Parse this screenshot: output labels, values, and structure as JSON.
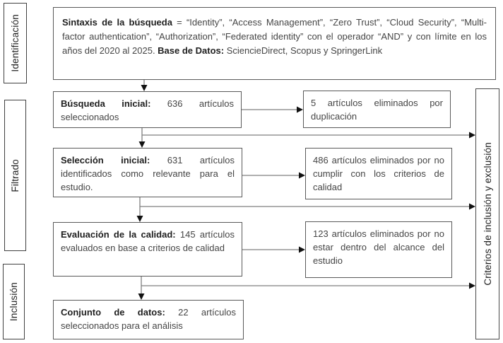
{
  "flow": {
    "stage_rails": [
      {
        "id": "identificacion",
        "label": "Identificación"
      },
      {
        "id": "filtrado",
        "label": "Filtrado"
      },
      {
        "id": "inclusion",
        "label": "Inclusión"
      }
    ],
    "criteria_rail_label": "Criterios de inclusión y exclusión",
    "syntax_box": {
      "lead_bold": "Sintaxis de la búsqueda",
      "body": " = “Identity”, “Access Management”, “Zero Trust”, “Cloud Security”, “Multi-factor authentication”, “Authorization”, “Federated identity” con el operador “AND” y con límite en los años del 2020 al 2025. ",
      "db_bold": "Base de Datos:",
      "db_rest": " SciencieDirect, Scopus y SpringerLink"
    },
    "main_boxes": [
      {
        "lead": "Búsqueda inicial:",
        "rest": " 636 artículos seleccionados"
      },
      {
        "lead": "Selección inicial:",
        "rest": " 631 artículos identificados como relevante para el estudio."
      },
      {
        "lead": "Evaluación de la calidad:",
        "rest": " 145 artículos evaluados en base a criterios de calidad"
      },
      {
        "lead": "Conjunto de datos:",
        "rest": " 22 artículos seleccionados para el análisis"
      }
    ],
    "exclusion_boxes": [
      {
        "text": "5 artículos eliminados por duplicación"
      },
      {
        "text": "486 artículos eliminados por no cumplir con los criterios de calidad"
      },
      {
        "text": "123 artículos eliminados por no estar dentro del alcance del estudio"
      }
    ],
    "colors": {
      "box_border": "#595959",
      "rail_border": "#404040",
      "text": "#454545",
      "bold_text": "#1f1f1f",
      "line": "#7f7f7f",
      "arrowhead": "#111111"
    }
  }
}
